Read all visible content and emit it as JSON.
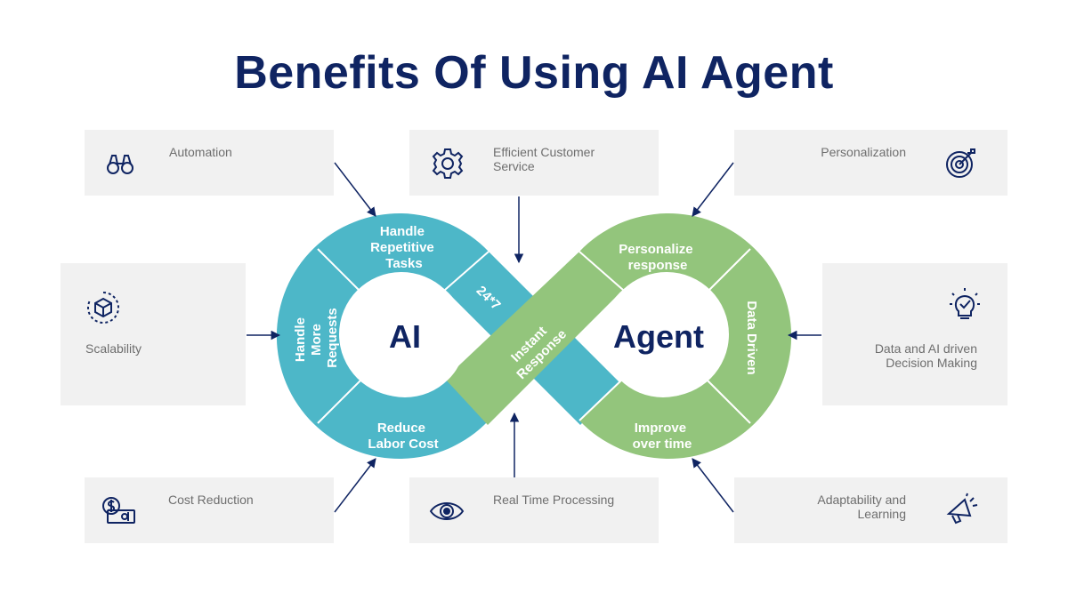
{
  "title": "Benefits Of Using AI Agent",
  "colors": {
    "navy": "#0f2462",
    "teal": "#4db7c8",
    "green": "#93c57c",
    "card": "#f1f1f1"
  },
  "cards": {
    "automation": {
      "label": "Automation",
      "icon": "binoculars-icon"
    },
    "customer_service": {
      "label": "Efficient Customer Service",
      "icon": "gear-icon"
    },
    "personalization": {
      "label": "Personalization",
      "icon": "target-icon"
    },
    "scalability": {
      "label": "Scalability",
      "icon": "scalability-box-icon"
    },
    "decision_making": {
      "label": "Data and AI driven Decision Making",
      "icon": "lightbulb-check-icon"
    },
    "cost_reduction": {
      "label": "Cost Reduction",
      "icon": "money-icon"
    },
    "real_time": {
      "label": "Real Time Processing",
      "icon": "eye-icon"
    },
    "adaptability": {
      "label": "Adaptability and Learning",
      "icon": "megaphone-icon"
    }
  },
  "loop": {
    "left_center": "AI",
    "right_center": "Agent",
    "left": {
      "top": [
        "Handle",
        "Repetitive",
        "Tasks"
      ],
      "side": [
        "Handle",
        "More",
        "Requests"
      ],
      "bottom": [
        "Reduce",
        "Labor Cost"
      ]
    },
    "crossover": {
      "teal": "24*7",
      "green": [
        "Instant",
        "Response"
      ]
    },
    "right": {
      "top": [
        "Personalize",
        "response"
      ],
      "side": "Data Driven",
      "bottom": [
        "Improve",
        "over time"
      ]
    }
  }
}
